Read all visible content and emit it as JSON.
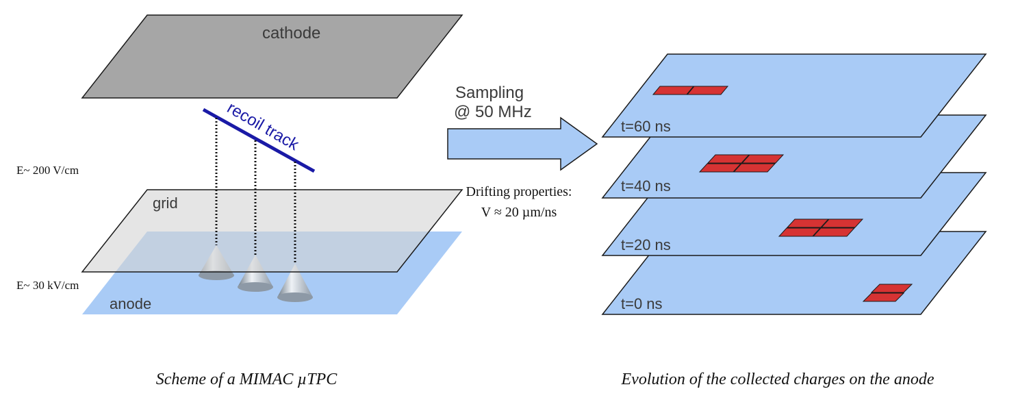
{
  "left_diagram": {
    "cathode_label": "cathode",
    "grid_label": "grid",
    "anode_label": "anode",
    "track_label": "recoil track",
    "field_upper": "E~ 200 V/cm",
    "field_lower": "E~ 30 kV/cm",
    "caption": "Scheme of a MIMAC µTPC"
  },
  "arrow": {
    "sampling_line1": "Sampling",
    "sampling_line2": "@ 50 MHz",
    "drift_line1": "Drifting properties:",
    "drift_line2": "V ≈ 20 µm/ns"
  },
  "right_diagram": {
    "planes": [
      {
        "time_label": "t=60 ns"
      },
      {
        "time_label": "t=40 ns"
      },
      {
        "time_label": "t=20 ns"
      },
      {
        "time_label": "t=0 ns"
      }
    ],
    "caption": "Evolution of the collected charges on the anode"
  },
  "colors": {
    "cathode_fill": "#a6a6a6",
    "grid_fill": "#e2e2e2",
    "anode_fill": "#a9cbf6",
    "track": "#1a1aa6",
    "charge_pad": "#d63333",
    "arrow_fill": "#a9cbf6"
  }
}
